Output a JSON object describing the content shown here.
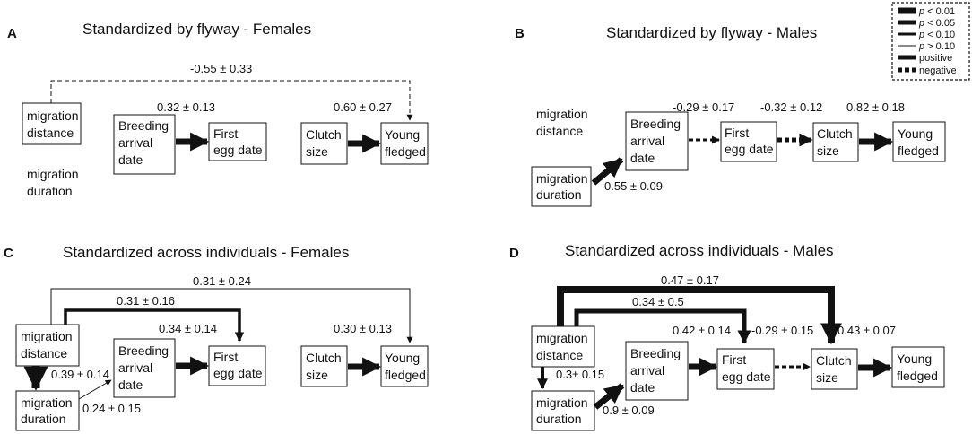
{
  "legend": {
    "items": [
      {
        "label_prefix": "p",
        "label_rest": " < 0.01",
        "style": "solid",
        "weight": 7
      },
      {
        "label_prefix": "p",
        "label_rest": " < 0.05",
        "style": "solid",
        "weight": 5
      },
      {
        "label_prefix": "p",
        "label_rest": " < 0.10",
        "style": "solid",
        "weight": 3
      },
      {
        "label_prefix": "p",
        "label_rest": " > 0.10",
        "style": "solid",
        "weight": 1
      },
      {
        "label_prefix": "",
        "label_rest": "positive",
        "style": "solid",
        "weight": 5
      },
      {
        "label_prefix": "",
        "label_rest": "negative",
        "style": "dashed",
        "weight": 5
      }
    ]
  },
  "panels": {
    "A": {
      "letter": "A",
      "title": "Standardized by flyway - Females",
      "nodes": {
        "mig_dist": [
          "migration",
          "distance"
        ],
        "mig_dur": [
          "migration",
          "duration"
        ],
        "breeding": [
          "Breeding",
          "arrival",
          "date"
        ],
        "first_egg": [
          "First",
          "egg date"
        ],
        "clutch": [
          "Clutch",
          "size"
        ],
        "young": [
          "Young",
          "fledged"
        ]
      },
      "coefs": {
        "dist_young": "-0.55 ± 0.33",
        "breed_egg": "0.32 ± 0.13",
        "clutch_young": "0.60 ± 0.27"
      }
    },
    "B": {
      "letter": "B",
      "title": "Standardized by flyway - Males",
      "nodes": {
        "mig_dist": [
          "migration",
          "distance"
        ],
        "mig_dur": [
          "migration",
          "duration"
        ],
        "breeding": [
          "Breeding",
          "arrival",
          "date"
        ],
        "first_egg": [
          "First",
          "egg date"
        ],
        "clutch": [
          "Clutch",
          "size"
        ],
        "young": [
          "Young",
          "fledged"
        ]
      },
      "coefs": {
        "breed_egg": "-0.29 ± 0.17",
        "egg_clutch": "-0.32 ± 0.12",
        "clutch_young": "0.82 ± 0.18",
        "dur_breed": "0.55 ± 0.09"
      }
    },
    "C": {
      "letter": "C",
      "title": "Standardized across individuals - Females",
      "nodes": {
        "mig_dist": [
          "migration",
          "distance"
        ],
        "mig_dur": [
          "migration",
          "duration"
        ],
        "breeding": [
          "Breeding",
          "arrival",
          "date"
        ],
        "first_egg": [
          "First",
          "egg date"
        ],
        "clutch": [
          "Clutch",
          "size"
        ],
        "young": [
          "Young",
          "fledged"
        ]
      },
      "coefs": {
        "dist_young": "0.31 ± 0.24",
        "dist_egg": "0.31 ± 0.16",
        "breed_egg": "0.34 ± 0.14",
        "clutch_young": "0.30 ± 0.13",
        "dist_dur": "0.39 ± 0.14",
        "dur_breed": "0.24 ± 0.15"
      }
    },
    "D": {
      "letter": "D",
      "title": "Standardized across individuals - Males",
      "nodes": {
        "mig_dist": [
          "migration",
          "distance"
        ],
        "mig_dur": [
          "migration",
          "duration"
        ],
        "breeding": [
          "Breeding",
          "arrival",
          "date"
        ],
        "first_egg": [
          "First",
          "egg date"
        ],
        "clutch": [
          "Clutch",
          "size"
        ],
        "young": [
          "Young",
          "fledged"
        ]
      },
      "coefs": {
        "dist_clutch": "0.47 ± 0.17",
        "dist_egg": "0.34 ± 0.5",
        "breed_egg": "0.42 ± 0.14",
        "egg_clutch": "-0.29 ± 0.15",
        "clutch_young": "0.43 ± 0.07",
        "dist_dur": "0.3± 0.15",
        "dur_breed": "0.9 ± 0.09"
      }
    }
  }
}
